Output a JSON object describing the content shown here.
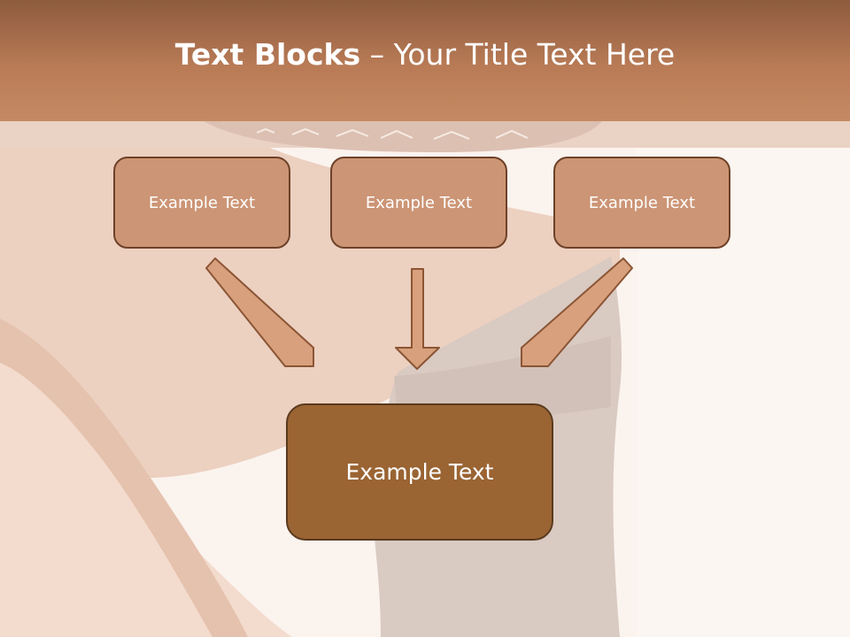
{
  "title": {
    "bold": "Text Blocks",
    "rest": " – Your Title Text Here"
  },
  "blocks": [
    {
      "label": "Example Text"
    },
    {
      "label": "Example Text"
    },
    {
      "label": "Example Text"
    }
  ],
  "result": {
    "label": "Example Text"
  },
  "colors": {
    "header": "#b97b56",
    "block_fill": "#cc9575",
    "block_border": "#6e4128",
    "result_fill": "#9a6433",
    "arrow": "#d9a07d"
  }
}
